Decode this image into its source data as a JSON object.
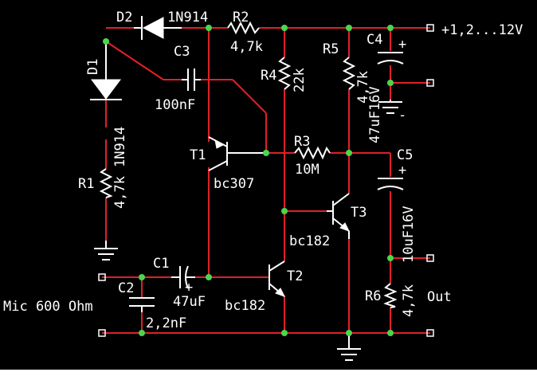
{
  "components": {
    "d1": {
      "ref": "D1",
      "value": "1N914"
    },
    "d2": {
      "ref": "D2",
      "value": "1N914"
    },
    "r1": {
      "ref": "R1",
      "value": "4,7k"
    },
    "r2": {
      "ref": "R2",
      "value": "4,7k"
    },
    "r3": {
      "ref": "R3",
      "value": "10M"
    },
    "r4": {
      "ref": "R4",
      "value": "22k"
    },
    "r5": {
      "ref": "R5",
      "value": "4,7k"
    },
    "r6": {
      "ref": "R6",
      "value": "4,7k"
    },
    "c1": {
      "ref": "C1",
      "value": "47uF"
    },
    "c2": {
      "ref": "C2",
      "value": "2,2nF"
    },
    "c3": {
      "ref": "C3",
      "value": "100nF"
    },
    "c4": {
      "ref": "C4",
      "value": "47uF16V"
    },
    "c5": {
      "ref": "C5",
      "value": "10uF16V"
    },
    "t1": {
      "ref": "T1",
      "value": "bc307"
    },
    "t2": {
      "ref": "T2",
      "value": "bc182"
    },
    "t3": {
      "ref": "T3",
      "value": "bc182"
    }
  },
  "terminals": {
    "supply": "+1,2...12V",
    "input": "Mic 600 Ohm",
    "output": "Out"
  },
  "polarity": {
    "plus": "+",
    "minus": "-"
  },
  "colors": {
    "background": "#000000",
    "wire": "#e0202a",
    "component": "#ffffff",
    "label": "#00e5e5",
    "junction": "#4cd64c"
  }
}
